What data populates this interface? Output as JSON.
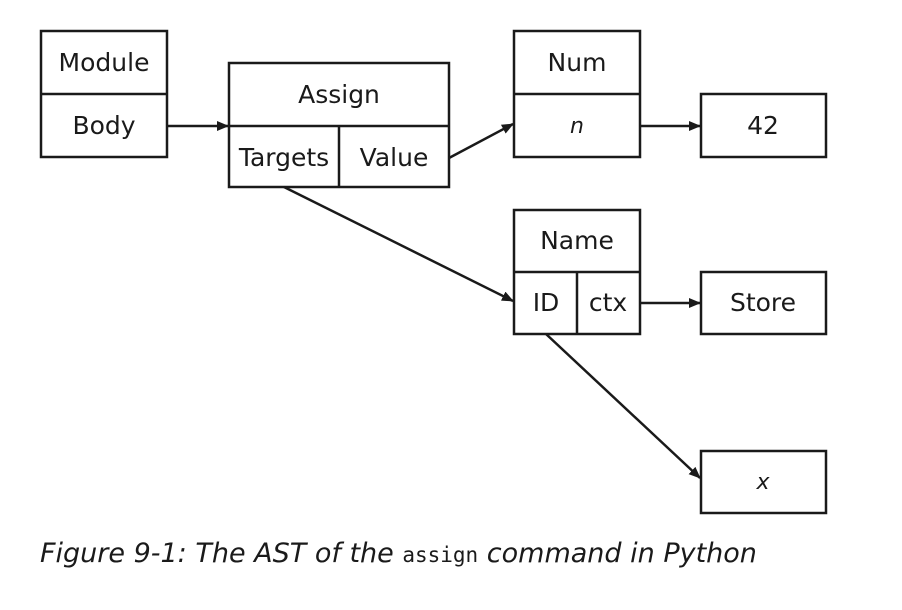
{
  "nodes": {
    "module": {
      "title": "Module",
      "fields": [
        "Body"
      ]
    },
    "assign": {
      "title": "Assign",
      "fields": [
        "Targets",
        "Value"
      ]
    },
    "num": {
      "title": "Num",
      "fields": [
        "n"
      ]
    },
    "name": {
      "title": "Name",
      "fields": [
        "ID",
        "ctx"
      ]
    },
    "val42": {
      "text": "42"
    },
    "store": {
      "text": "Store"
    },
    "x": {
      "text": "x"
    }
  },
  "edges": [
    {
      "from": "module.Body",
      "to": "assign"
    },
    {
      "from": "assign.Value",
      "to": "num"
    },
    {
      "from": "assign.Targets",
      "to": "name.ID"
    },
    {
      "from": "num.n",
      "to": "42"
    },
    {
      "from": "name.ctx",
      "to": "Store"
    },
    {
      "from": "name.ID",
      "to": "x"
    }
  ],
  "caption": {
    "prefix": "Figure 9-1: The AST of the ",
    "code": "assign",
    "suffix": " command in Python"
  }
}
